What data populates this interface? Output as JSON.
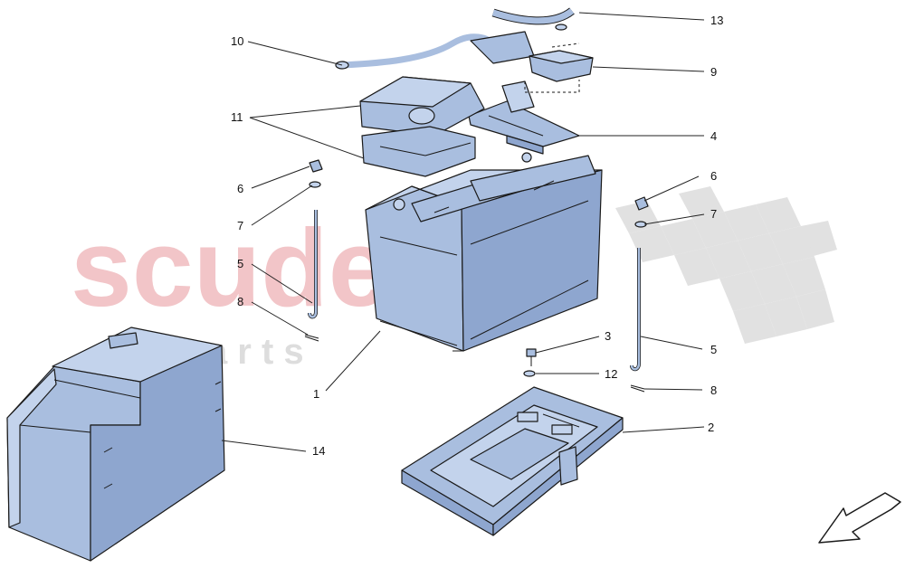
{
  "watermark": {
    "brand": "scuderia",
    "sub": "c a r   p a r t s",
    "brand_color": "#f2c5c8",
    "flag_color": "#dcdcdc"
  },
  "colors": {
    "part_fill": "#a9bedf",
    "outline": "#1a1a1a"
  },
  "callouts": [
    {
      "id": "13",
      "label": "13"
    },
    {
      "id": "10",
      "label": "10"
    },
    {
      "id": "9",
      "label": "9"
    },
    {
      "id": "11",
      "label": "11"
    },
    {
      "id": "4",
      "label": "4"
    },
    {
      "id": "6l",
      "label": "6"
    },
    {
      "id": "6r",
      "label": "6"
    },
    {
      "id": "7l",
      "label": "7"
    },
    {
      "id": "7r",
      "label": "7"
    },
    {
      "id": "5l",
      "label": "5"
    },
    {
      "id": "5r",
      "label": "5"
    },
    {
      "id": "8l",
      "label": "8"
    },
    {
      "id": "8r",
      "label": "8"
    },
    {
      "id": "3",
      "label": "3"
    },
    {
      "id": "12",
      "label": "12"
    },
    {
      "id": "1",
      "label": "1"
    },
    {
      "id": "2",
      "label": "2"
    },
    {
      "id": "14",
      "label": "14"
    }
  ],
  "icons": {
    "direction": "arrow-icon"
  }
}
